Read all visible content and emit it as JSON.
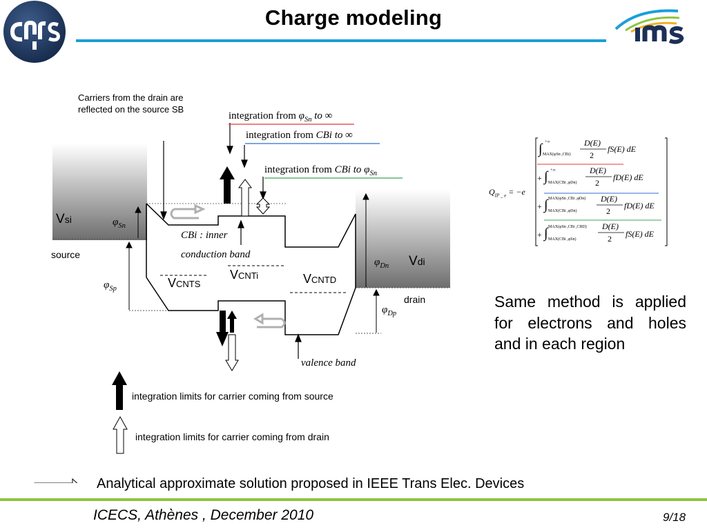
{
  "slide": {
    "title": "Charge modeling",
    "footer": "ICECS, Athènes , December 2010",
    "page": "9/18"
  },
  "logos": {
    "left": "cnrs",
    "right": "ims"
  },
  "diagram": {
    "caption_lines": [
      "Carriers from the drain are",
      "reflected on the source SB"
    ],
    "integration_labels": [
      {
        "prefix": "integration from ",
        "from_sym": "φ",
        "from_sub": "Sn",
        "rest": " to ∞"
      },
      {
        "prefix": "integration from ",
        "from_sym": "CBi",
        "from_sub": "",
        "rest": " to ∞"
      },
      {
        "prefix": "integration from ",
        "from_sym": "CBi",
        "from_sub": "",
        "rest": " to φ",
        "rest_sub": "Sn"
      }
    ],
    "vsi": {
      "main": "V",
      "sub": "si"
    },
    "vdi": {
      "main": "V",
      "sub": "di"
    },
    "source_label": "source",
    "drain_label": "drain",
    "phi_sn": {
      "sym": "φ",
      "sub": "Sn"
    },
    "phi_sp": {
      "sym": "φ",
      "sub": "Sp"
    },
    "phi_dn": {
      "sym": "φ",
      "sub": "Dn"
    },
    "phi_dp": {
      "sym": "φ",
      "sub": "Dp"
    },
    "cbi_label": "CBi : inner",
    "conduction_label": "conduction band",
    "valence_label": "valence band",
    "vcnts": {
      "main": "V",
      "sub": "CNTS"
    },
    "vcnti": {
      "main": "V",
      "sub": "CNTi"
    },
    "vcntd": {
      "main": "V",
      "sub": "CNTD"
    }
  },
  "legend": {
    "source_text": "integration limits for carrier coming from source",
    "drain_text": "integration limits for carrier coming from drain"
  },
  "formula": {
    "lhs": "Q",
    "lhs_sub": "IP _ e",
    "rhs_prefix": "= −e",
    "numerator": "D(E)",
    "denominator": "2",
    "terms": [
      {
        "sign": "",
        "upper": "+∞",
        "lower": "MAX(φSn ,CBi)",
        "dist": "fS(E) dE"
      },
      {
        "sign": "+",
        "upper": "+∞",
        "lower": "MAX(CBi ,φDn)",
        "dist": "fD(E) dE"
      },
      {
        "sign": "+",
        "upper": "MAX(φSn ,CBi ,φDn)",
        "lower": "MAX(CBi ,φDn)",
        "dist": "fD(E) dE"
      },
      {
        "sign": "+",
        "upper": "MAX(φSn ,CBi ,CBD)",
        "lower": "MAX(CBi ,φSn)",
        "dist": "fS(E) dE"
      }
    ]
  },
  "side_text": [
    "Same method is applied",
    "for electrons and holes",
    "and in each region"
  ],
  "bottom_text": "Analytical approximate solution proposed in IEEE Trans Elec. Devices",
  "colors": {
    "accent_blue": "#1a9fd9",
    "accent_green": "#8cc63f",
    "underline_red": "#e0393b",
    "underline_blue": "#2f6fd0",
    "underline_green": "#3ca35a"
  }
}
